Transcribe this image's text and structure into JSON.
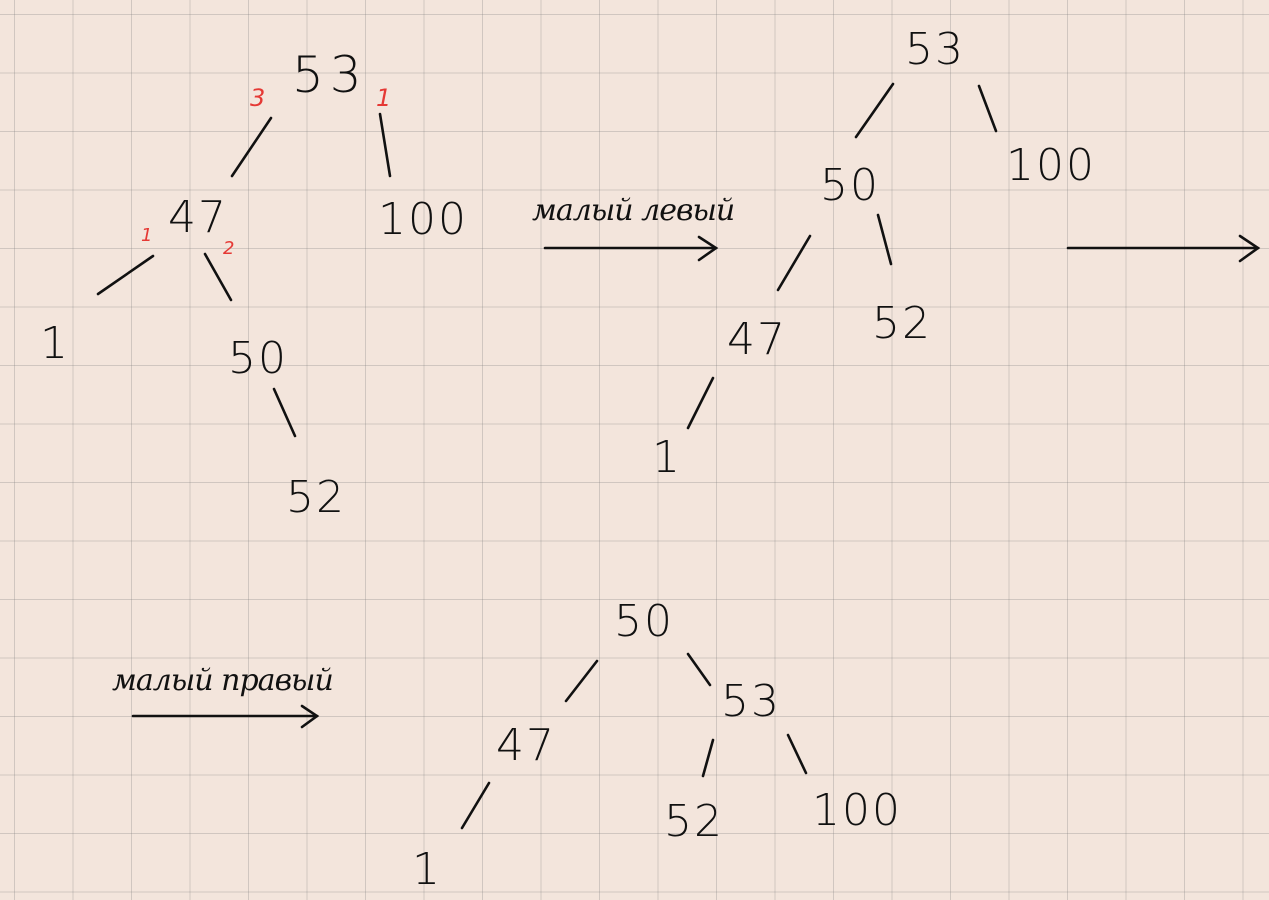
{
  "tree1": {
    "root": "53",
    "left": "47",
    "right": "100",
    "left_left": "1",
    "left_right": "50",
    "left_right_right": "52",
    "balance_root_left": "3",
    "balance_root_right": "1",
    "balance_47_left": "1",
    "balance_47_right": "2"
  },
  "tree2": {
    "root": "53",
    "left": "50",
    "right": "100",
    "left_left": "47",
    "left_right": "52",
    "left_left_left": "1"
  },
  "tree3": {
    "root": "50",
    "left": "47",
    "right": "53",
    "left_left": "1",
    "right_left": "52",
    "right_right": "100"
  },
  "arrows": {
    "small_left_label": "малый левый",
    "small_right_label": "малый правый"
  }
}
